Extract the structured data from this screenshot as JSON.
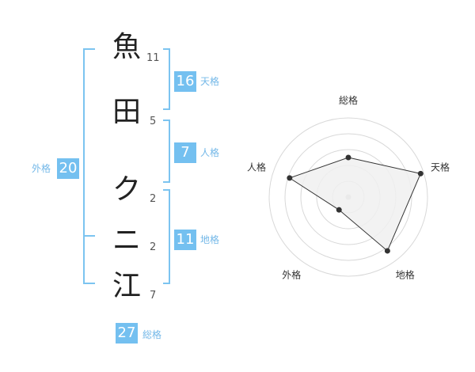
{
  "name": {
    "characters": [
      {
        "char": "魚",
        "strokes": "11"
      },
      {
        "char": "田",
        "strokes": "5"
      },
      {
        "char": "ク",
        "strokes": "2"
      },
      {
        "char": "ニ",
        "strokes": "2"
      },
      {
        "char": "江",
        "strokes": "7"
      }
    ]
  },
  "kaku": {
    "tenkaku": {
      "value": "16",
      "label": "天格"
    },
    "jinkaku": {
      "value": "7",
      "label": "人格"
    },
    "chikaku": {
      "value": "11",
      "label": "地格"
    },
    "gaikaku": {
      "value": "20",
      "label": "外格"
    },
    "soukaku": {
      "value": "27",
      "label": "総格"
    }
  },
  "colors": {
    "accent": "#74c0f0",
    "bracket": "#7cc4f0",
    "radar_fill": "#f0f0f0",
    "radar_stroke": "#333333"
  },
  "radar": {
    "axes": [
      "総格",
      "天格",
      "地格",
      "外格",
      "人格"
    ],
    "levels": 5,
    "values": [
      2.5,
      4.8,
      4.2,
      1.0,
      3.9
    ],
    "max": 5
  }
}
